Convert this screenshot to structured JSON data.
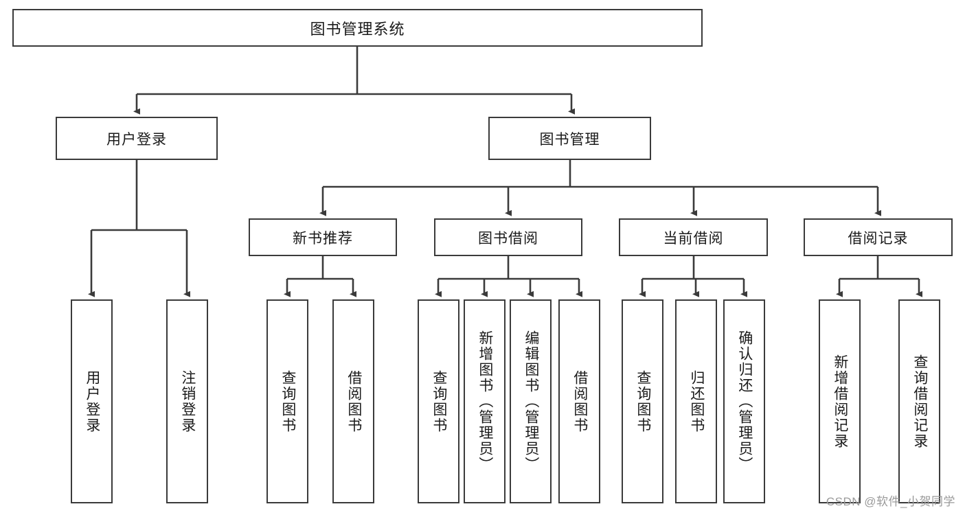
{
  "diagram": {
    "type": "tree-hierarchy-chart",
    "title": "图书管理系统",
    "stroke_color": "#3a3a3a",
    "background_color": "#ffffff",
    "text_color": "#1a1a1a",
    "levels": {
      "root": {
        "label": "图书管理系统"
      },
      "level2": [
        {
          "id": "user-login",
          "label": "用户登录"
        },
        {
          "id": "book-management",
          "label": "图书管理"
        }
      ],
      "level3": [
        {
          "id": "new-book-recommend",
          "label": "新书推荐",
          "parent": "book-management"
        },
        {
          "id": "book-borrow",
          "label": "图书借阅",
          "parent": "book-management"
        },
        {
          "id": "current-borrow",
          "label": "当前借阅",
          "parent": "book-management"
        },
        {
          "id": "borrow-record",
          "label": "借阅记录",
          "parent": "book-management"
        }
      ],
      "leaves": [
        {
          "id": "leaf-user-login",
          "label": "用户登录",
          "parent": "user-login"
        },
        {
          "id": "leaf-logout-login",
          "label": "注销登录",
          "parent": "user-login"
        },
        {
          "id": "leaf-query-book-1",
          "label": "查询图书",
          "parent": "new-book-recommend"
        },
        {
          "id": "leaf-borrow-book-1",
          "label": "借阅图书",
          "parent": "new-book-recommend"
        },
        {
          "id": "leaf-query-book-2",
          "label": "查询图书",
          "parent": "book-borrow"
        },
        {
          "id": "leaf-add-book",
          "label": "新增图书（管理员）",
          "parent": "book-borrow"
        },
        {
          "id": "leaf-edit-book",
          "label": "编辑图书（管理员）",
          "parent": "book-borrow"
        },
        {
          "id": "leaf-borrow-book-2",
          "label": "借阅图书",
          "parent": "book-borrow"
        },
        {
          "id": "leaf-query-book-3",
          "label": "查询图书",
          "parent": "current-borrow"
        },
        {
          "id": "leaf-return-book",
          "label": "归还图书",
          "parent": "current-borrow"
        },
        {
          "id": "leaf-confirm-return",
          "label": "确认归还（管理员）",
          "parent": "current-borrow"
        },
        {
          "id": "leaf-add-record",
          "label": "新增借阅记录",
          "parent": "borrow-record"
        },
        {
          "id": "leaf-query-record",
          "label": "查询借阅记录",
          "parent": "borrow-record"
        }
      ]
    }
  },
  "watermark": {
    "text": "CSDN @软件_小贺同学"
  }
}
